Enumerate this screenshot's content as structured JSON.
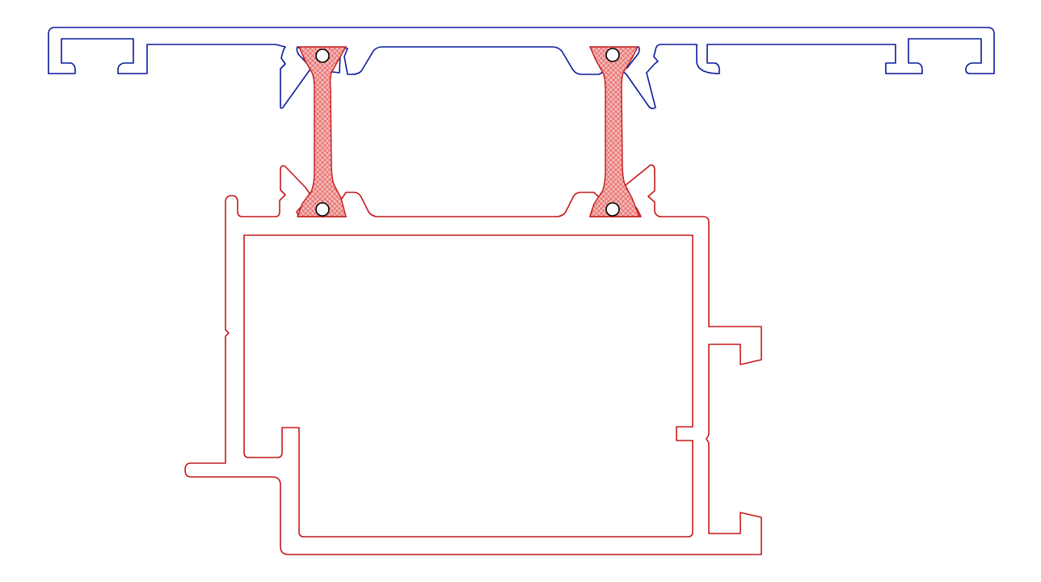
{
  "drawing": {
    "colors": {
      "top_profile": "#0a1a9e",
      "bottom_profile": "#c41a1a",
      "thermal_break_fill": "#f4b6b6",
      "thermal_break_hatch": "#e0453f",
      "screw_dot": "#000000",
      "background": "#ffffff"
    },
    "parts": {
      "top_profile": "outer-aluminium-cap-profile",
      "bottom_profile": "inner-aluminium-box-profile",
      "thermal_breaks": [
        "left-polyamide-strip",
        "right-polyamide-strip"
      ],
      "fastening_points": 4
    }
  }
}
